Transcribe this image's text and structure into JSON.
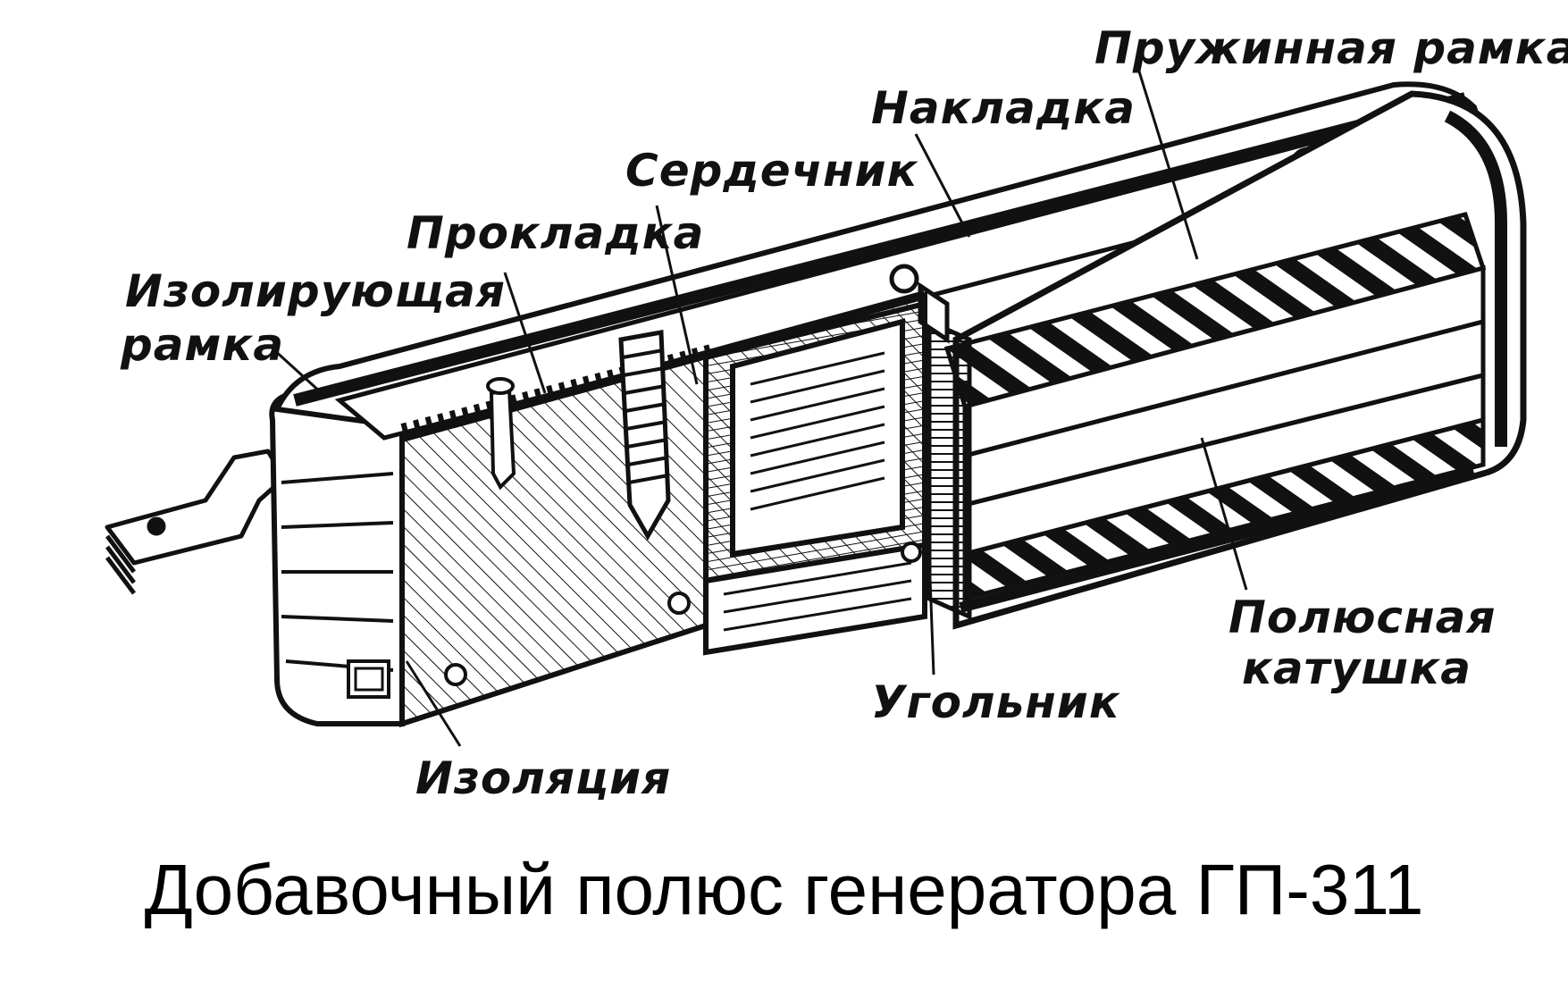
{
  "labels": {
    "spring_frame": "Пружинная рамка",
    "overlay": "Накладка",
    "core": "Сердечник",
    "gasket": "Прокладка",
    "insulating_frame_line1": "Изолирующая",
    "insulating_frame_line2": "рамка",
    "pole_coil_line1": "Полюсная",
    "pole_coil_line2": "катушка",
    "angle_piece": "Угольник",
    "insulation": "Изоляция"
  },
  "caption": "Добавочный полюс генератора ГП-311",
  "colors": {
    "ink": "#111111",
    "background": "#ffffff"
  }
}
